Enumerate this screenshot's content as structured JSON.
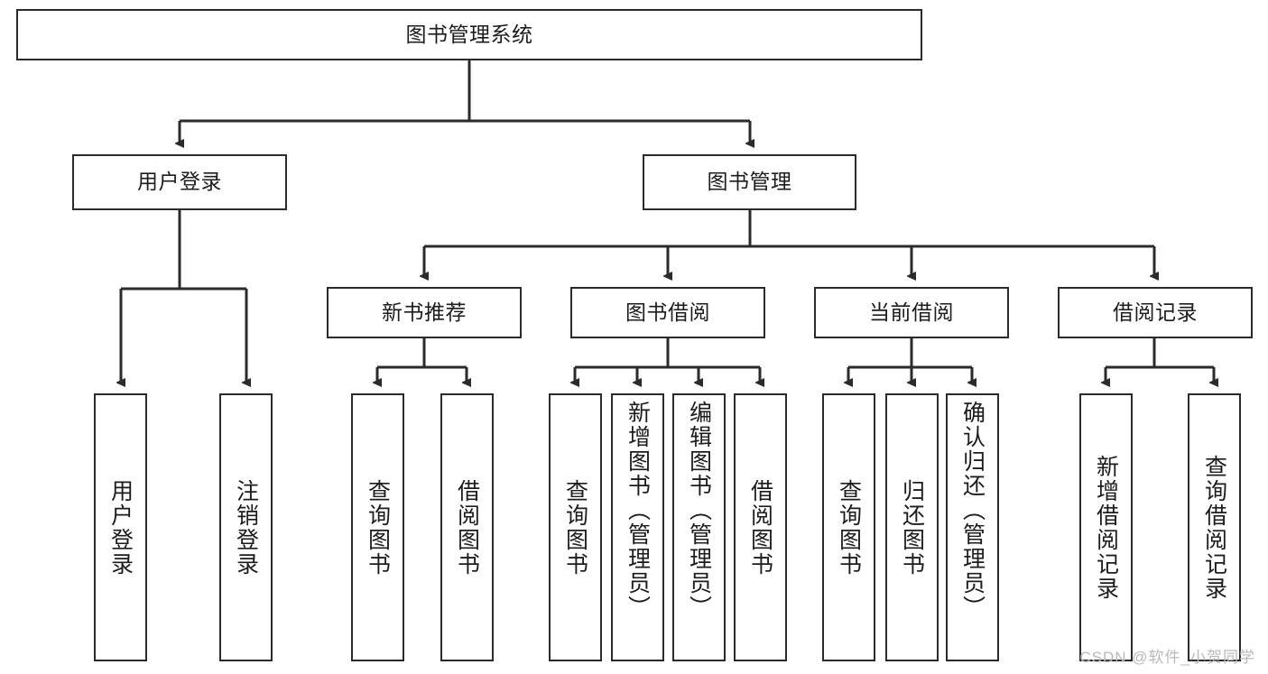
{
  "diagram": {
    "title": "图书管理系统",
    "type": "hierarchy-tree",
    "background_color": "#ffffff",
    "box_border_color": "#2b2b2b",
    "text_color": "#1c1c1c",
    "levels": {
      "root": {
        "label": "图书管理系统"
      },
      "level2": [
        {
          "label": "用户登录"
        },
        {
          "label": "图书管理"
        }
      ],
      "level3": [
        {
          "label": "新书推荐"
        },
        {
          "label": "图书借阅"
        },
        {
          "label": "当前借阅"
        },
        {
          "label": "借阅记录"
        }
      ],
      "leaves_user_login": [
        {
          "label": "用户登录"
        },
        {
          "label": "注销登录"
        }
      ],
      "leaves_new_book": [
        {
          "label": "查询图书"
        },
        {
          "label": "借阅图书"
        }
      ],
      "leaves_borrow": [
        {
          "label": "查询图书"
        },
        {
          "label": "新增图书（管理员）"
        },
        {
          "label": "编辑图书（管理员）"
        },
        {
          "label": "借阅图书"
        }
      ],
      "leaves_current": [
        {
          "label": "查询图书"
        },
        {
          "label": "归还图书"
        },
        {
          "label": "确认归还（管理员）"
        }
      ],
      "leaves_records": [
        {
          "label": "新增借阅记录"
        },
        {
          "label": "查询借阅记录"
        }
      ]
    }
  },
  "watermark": {
    "text": "CSDN @软件_小贺同学"
  }
}
